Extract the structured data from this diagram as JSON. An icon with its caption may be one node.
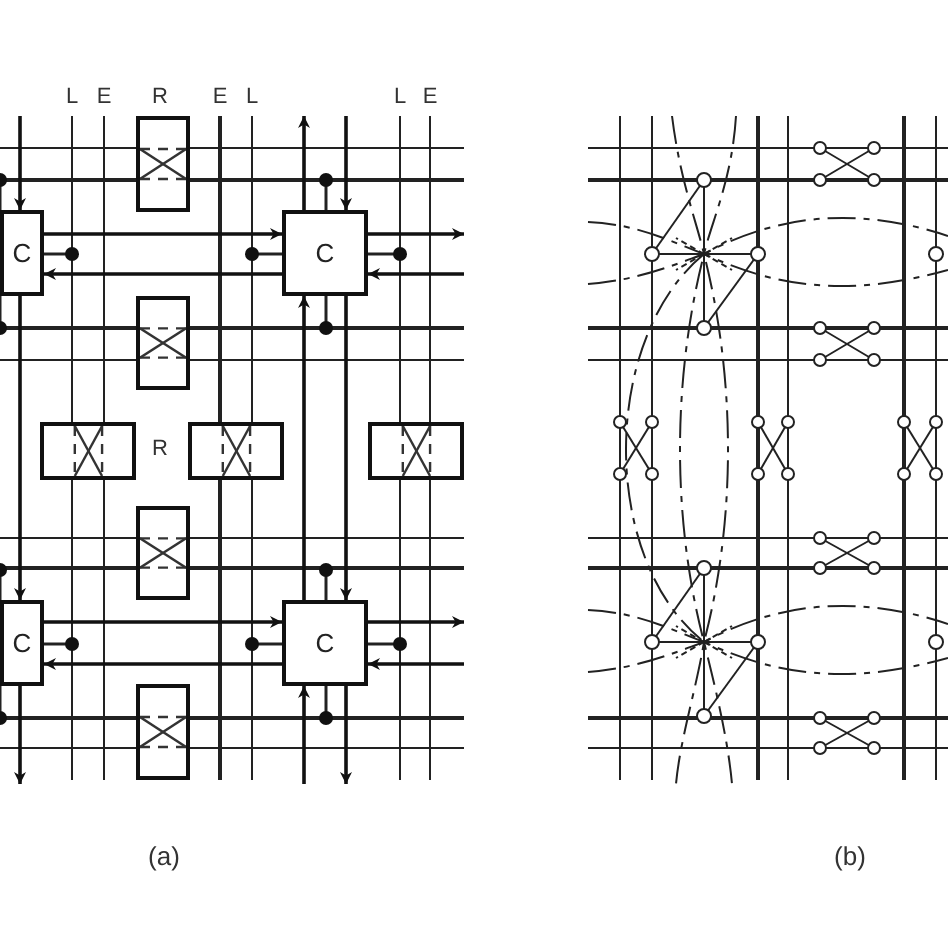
{
  "diagram": {
    "nodes": [
      {
        "text": [],
        "shape": "box"
      },
      {
        "text": [
          "C"
        ]
      },
      {
        "text": [
          "C"
        ]
      },
      {
        "text": [],
        "shape": "box"
      },
      {
        "text": [],
        "shape": "box"
      },
      {
        "text": [],
        "shape": "box"
      },
      {
        "text": [],
        "shape": "box"
      },
      {
        "text": [],
        "shape": "box"
      },
      {
        "text": [
          "C"
        ]
      },
      {
        "text": [
          "C"
        ]
      },
      {
        "text": [],
        "shape": "box"
      }
    ],
    "edges": [
      {
        "from": null,
        "to": 1,
        "arrow": "to"
      },
      {
        "from": 1,
        "to": 2,
        "arrow": "to"
      },
      {
        "from": 2,
        "to": 1,
        "arrow": "to"
      },
      {
        "from": 2,
        "to": null,
        "arrow": "to"
      },
      {
        "from": null,
        "to": 2,
        "arrow": "to"
      },
      {
        "from": 2,
        "to": null,
        "arrow": "to"
      },
      {
        "from": null,
        "to": 2,
        "arrow": "to"
      },
      {
        "from": 9,
        "to": 2,
        "arrow": "to"
      },
      {
        "from": 2,
        "to": 9,
        "arrow": "to"
      },
      {
        "from": 1,
        "to": 8,
        "arrow": "to"
      },
      {
        "from": 8,
        "to": 9,
        "arrow": "to"
      },
      {
        "from": 9,
        "to": 8,
        "arrow": "to"
      },
      {
        "from": 9,
        "to": null,
        "arrow": "to"
      },
      {
        "from": null,
        "to": 9,
        "arrow": "to"
      },
      {
        "from": 9,
        "to": null,
        "arrow": "to"
      },
      {
        "from": null,
        "to": 9,
        "arrow": "to"
      },
      {
        "from": 8,
        "to": null,
        "arrow": "to"
      }
    ],
    "labels": [
      "L",
      "E",
      "R",
      "E",
      "L",
      "L",
      "E",
      "R",
      "(a)",
      "(b)"
    ]
  }
}
